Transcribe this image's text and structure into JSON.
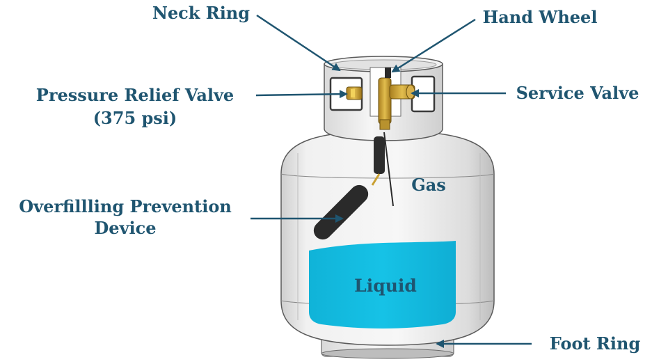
{
  "labels": {
    "neck_ring": "Neck Ring",
    "hand_wheel": "Hand Wheel",
    "pressure_relief_line1": "Pressure Relief Valve",
    "pressure_relief_line2": "(375 psi)",
    "service_valve": "Service Valve",
    "overfilling_line1": "Overfillling Prevention",
    "overfilling_line2": "Device",
    "gas": "Gas",
    "liquid": "Liquid",
    "foot_ring": "Foot Ring"
  },
  "colors": {
    "label_text": "#1f5570",
    "arrow": "#1f5570",
    "liquid": "#13bde0",
    "tank_body": "#e6e6e6",
    "tank_outline": "#555555",
    "valve_brass": "#c9a032",
    "float": "#2a2a2a"
  }
}
